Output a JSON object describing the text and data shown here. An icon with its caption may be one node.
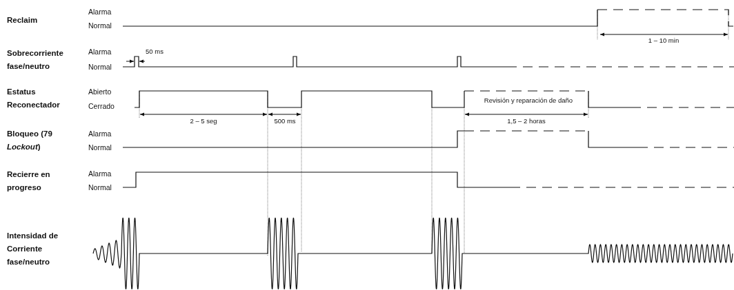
{
  "diagram": {
    "labels": [
      "Reclaim",
      "Alarma",
      "Normal",
      "1 – 10 min",
      "Sobrecorriente fase/neutro",
      "Alarma",
      "50 ms",
      "Normal",
      "Estatus Reconectador",
      "Abierto",
      "Cerrado",
      "Revisión y reparación de daño",
      "2 – 5 seg",
      "500 ms",
      "1,5 – 2 horas",
      "Bloqueo (79 *Lockout*)",
      "Alarma",
      "Normal",
      "Recierre en progreso",
      "Alarma",
      "Normal",
      "Intensidad de Corriente fase/neutro"
    ]
  }
}
